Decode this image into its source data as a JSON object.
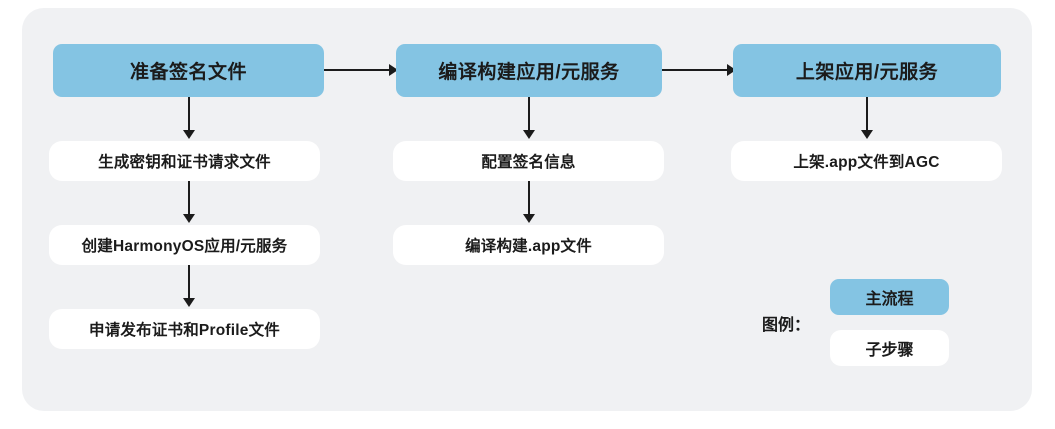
{
  "diagram": {
    "title_hidden": "",
    "colors": {
      "panel_background": "#f0f1f3",
      "main_node": "#84c4e3",
      "sub_node": "#ffffff",
      "connector": "#1b1b1b",
      "text": "#1b1b1b"
    },
    "columns": [
      {
        "id": "col-1",
        "main": {
          "label": "准备签名文件"
        },
        "steps": [
          {
            "label": "生成密钥和证书请求文件"
          },
          {
            "label": "创建HarmonyOS应用/元服务"
          },
          {
            "label": "申请发布证书和Profile文件"
          }
        ]
      },
      {
        "id": "col-2",
        "main": {
          "label": "编译构建应用/元服务"
        },
        "steps": [
          {
            "label": "配置签名信息"
          },
          {
            "label": "编译构建.app文件"
          }
        ]
      },
      {
        "id": "col-3",
        "main": {
          "label": "上架应用/元服务"
        },
        "steps": [
          {
            "label": "上架.app文件到AGC"
          }
        ]
      }
    ],
    "legend": {
      "label": "图例：",
      "items": [
        {
          "label": "主流程",
          "type": "main"
        },
        {
          "label": "子步骤",
          "type": "sub"
        }
      ]
    }
  }
}
